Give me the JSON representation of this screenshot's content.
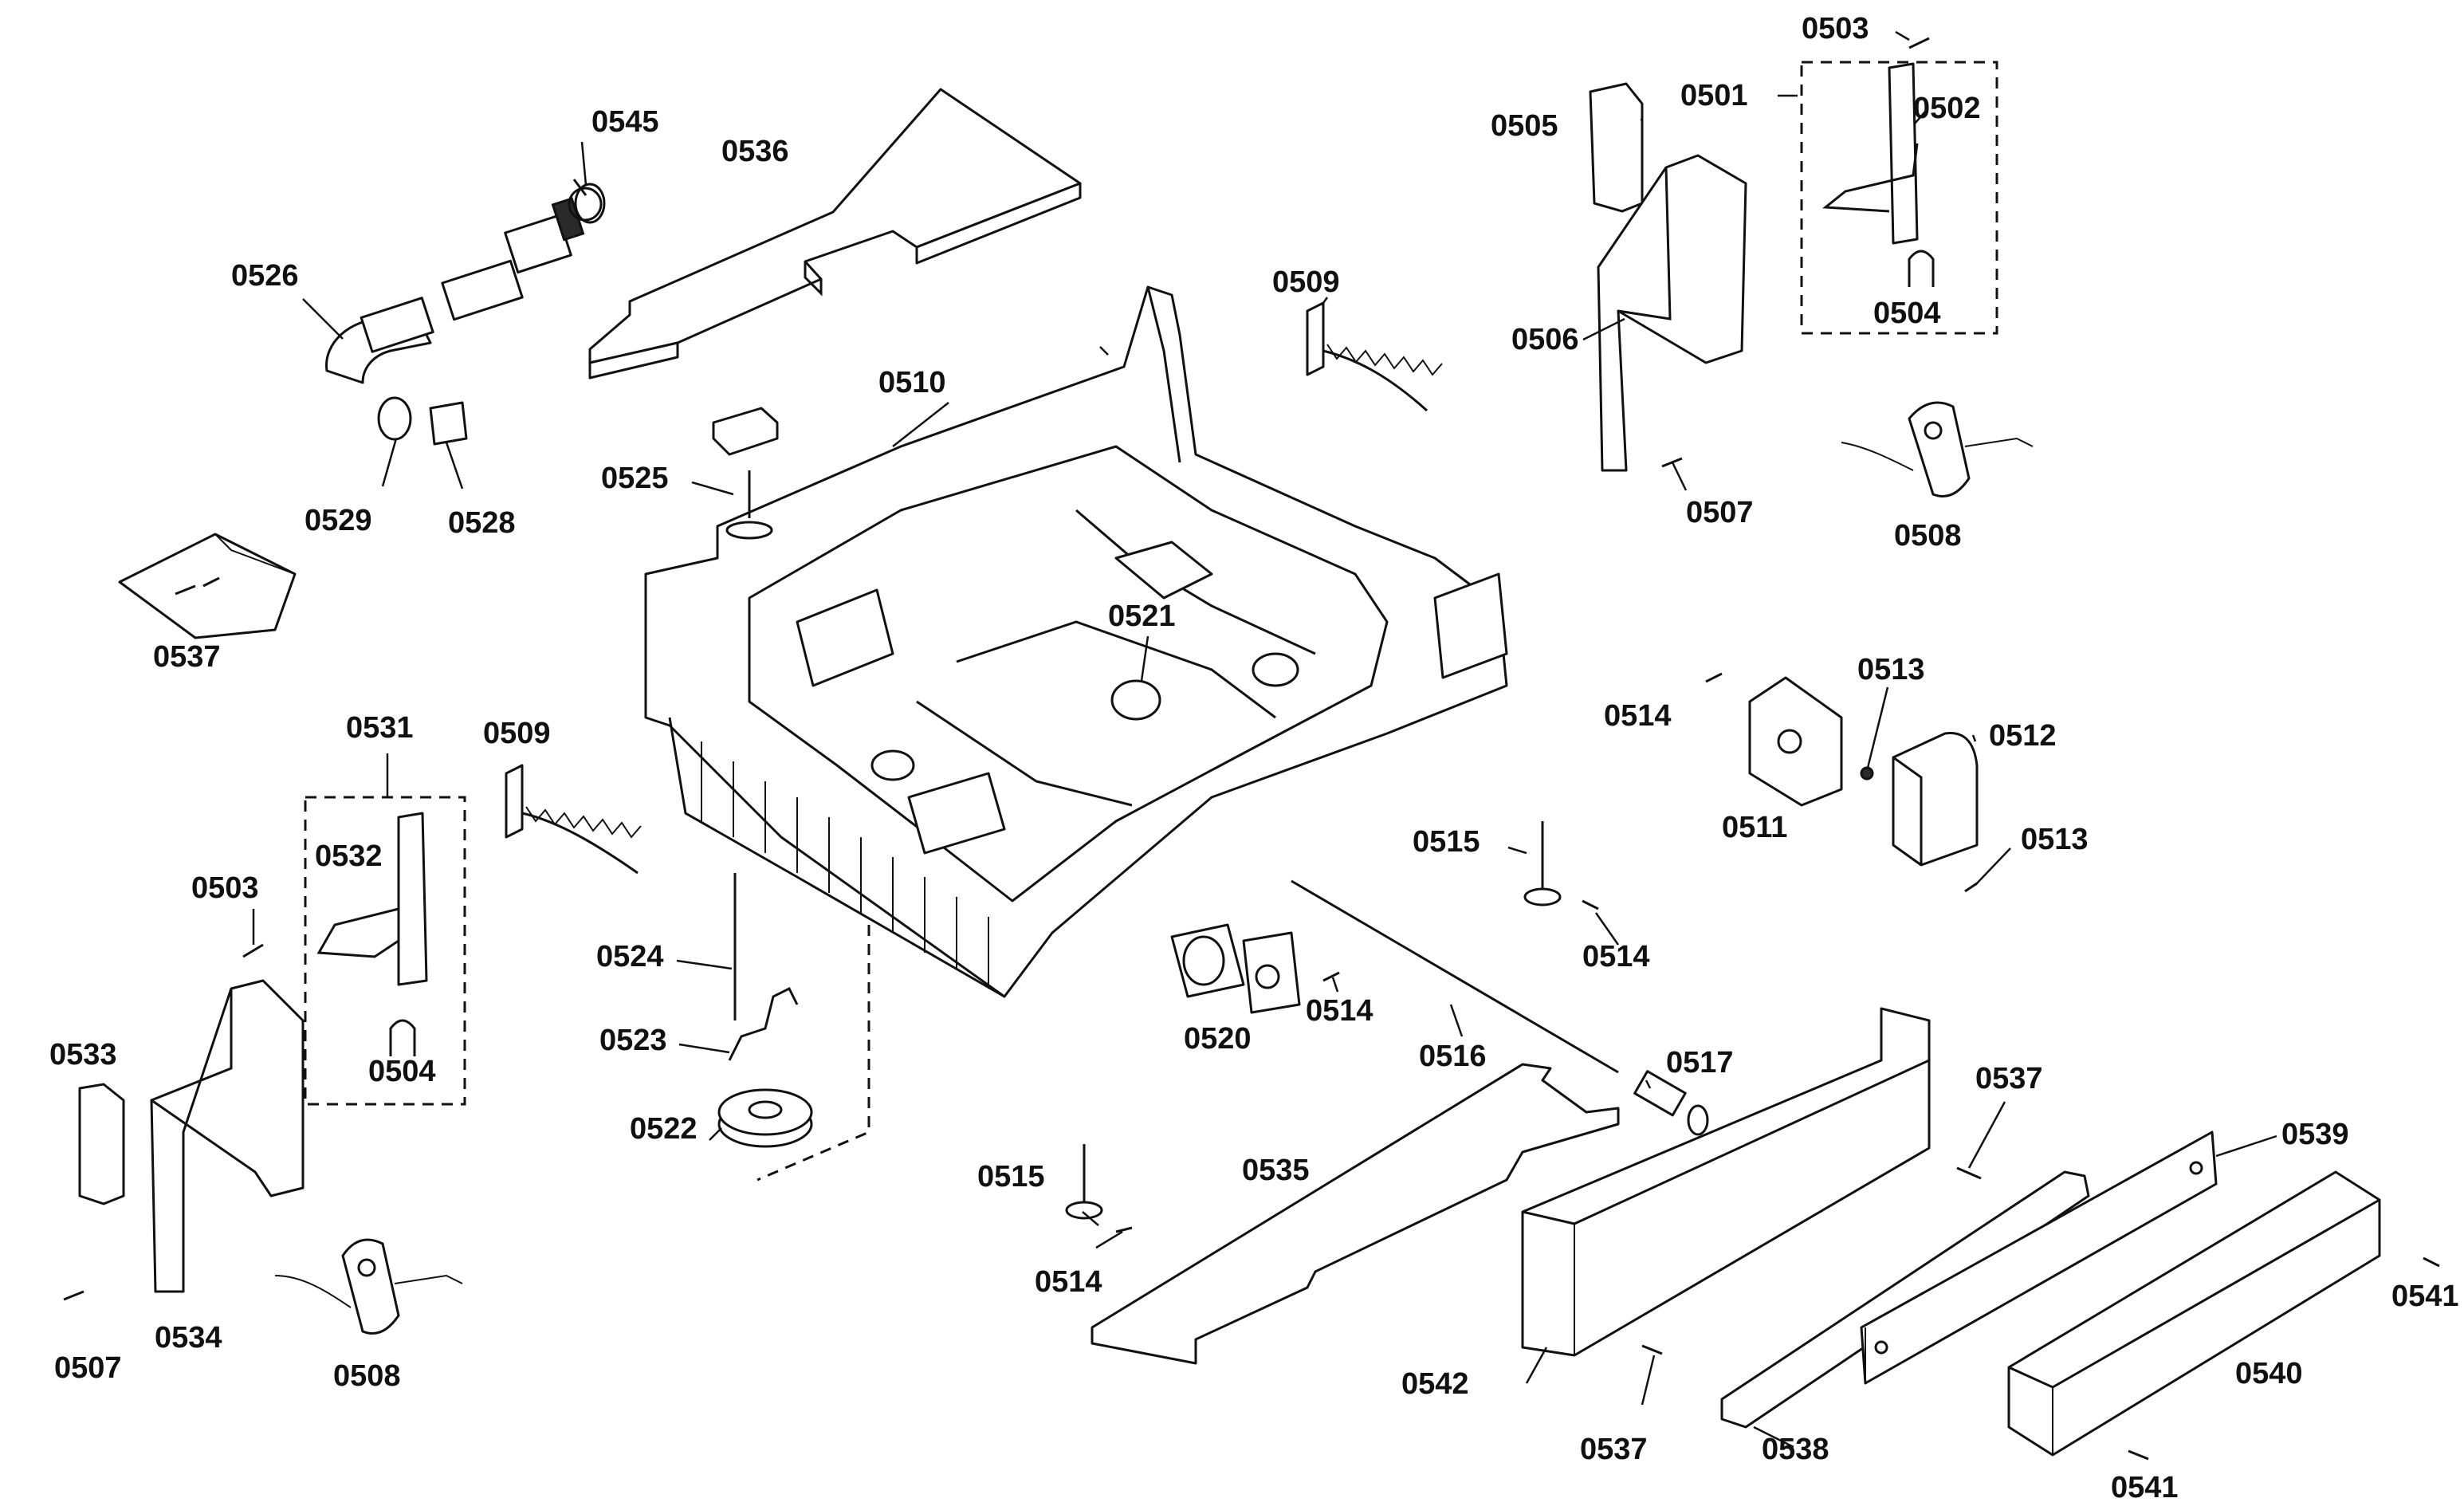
{
  "labels": {
    "l0501": "0501",
    "l0502": "0502",
    "l0503a": "0503",
    "l0503b": "0503",
    "l0504a": "0504",
    "l0504b": "0504",
    "l0505": "0505",
    "l0506": "0506",
    "l0507a": "0507",
    "l0507b": "0507",
    "l0508a": "0508",
    "l0508b": "0508",
    "l0509a": "0509",
    "l0509b": "0509",
    "l0510": "0510",
    "l0511": "0511",
    "l0512": "0512",
    "l0513a": "0513",
    "l0513b": "0513",
    "l0514a": "0514",
    "l0514b": "0514",
    "l0514c": "0514",
    "l0514d": "0514",
    "l0515a": "0515",
    "l0515b": "0515",
    "l0516": "0516",
    "l0517": "0517",
    "l0520": "0520",
    "l0521": "0521",
    "l0522": "0522",
    "l0523": "0523",
    "l0524": "0524",
    "l0525": "0525",
    "l0526": "0526",
    "l0528": "0528",
    "l0529": "0529",
    "l0531": "0531",
    "l0532": "0532",
    "l0533": "0533",
    "l0534": "0534",
    "l0535": "0535",
    "l0536": "0536",
    "l0537a": "0537",
    "l0537b": "0537",
    "l0537c": "0537",
    "l0538": "0538",
    "l0539": "0539",
    "l0540": "0540",
    "l0541a": "0541",
    "l0541b": "0541",
    "l0542": "0542",
    "l0545": "0545"
  }
}
